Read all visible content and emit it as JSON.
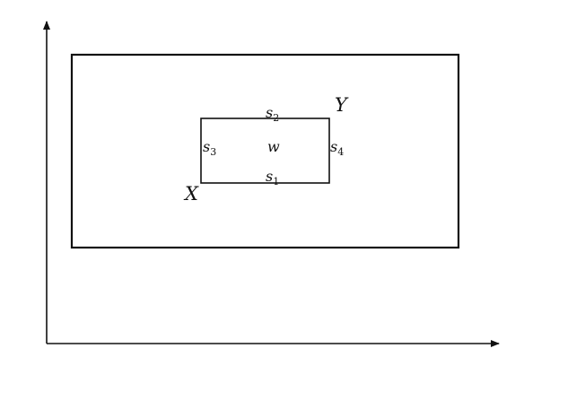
{
  "labels": {
    "corner_x": "X",
    "corner_y": "Y",
    "center": "w",
    "side_bottom": {
      "base": "s",
      "sub": "1"
    },
    "side_top": {
      "base": "s",
      "sub": "2"
    },
    "side_left": {
      "base": "s",
      "sub": "3"
    },
    "side_right": {
      "base": "s",
      "sub": "4"
    }
  },
  "colors": {
    "stroke": "#111111",
    "background": "#ffffff"
  }
}
